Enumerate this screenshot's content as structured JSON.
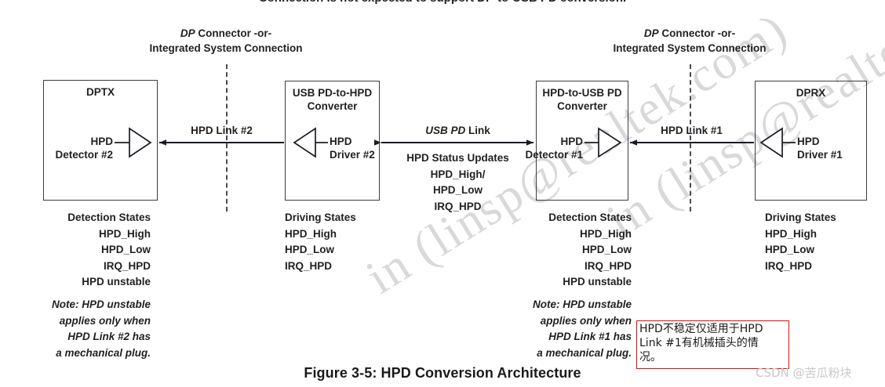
{
  "figure": {
    "caption": "Figure 3-5: HPD Conversion Architecture",
    "clipped_top_text": "Connection is not expected to support DP-to-USB PD conversion."
  },
  "connectors": [
    {
      "line1_em": "DP",
      "line1_rest": " Connector -or-",
      "line2": "Integrated System Connection"
    },
    {
      "line1_em": "DP",
      "line1_rest": " Connector -or-",
      "line2": "Integrated System Connection"
    }
  ],
  "blocks": [
    {
      "id": "dptx",
      "title": "DPTX",
      "port_line1": "HPD",
      "port_line2": "Detector #2"
    },
    {
      "id": "usbpd-to-hpd-converter",
      "title_line1": "USB PD-to-HPD",
      "title_line2": "Converter",
      "port_line1": "HPD",
      "port_line2": "Driver #2"
    },
    {
      "id": "hpd-to-usbpd-converter",
      "title_line1": "HPD-to-USB PD",
      "title_line2": "Converter",
      "port_line1": "HPD",
      "port_line2": "Detector #1"
    },
    {
      "id": "dprx",
      "title": "DPRX",
      "port_line1": "HPD",
      "port_line2": "Driver #1"
    }
  ],
  "links": {
    "hpd_link_2": "HPD Link #2",
    "hpd_link_1": "HPD Link #1",
    "usb_pd_em": "USB PD",
    "usb_pd_rest": " Link"
  },
  "usb_pd_status": {
    "line1": "HPD Status Updates",
    "line2": "HPD_High/",
    "line3": "HPD_Low",
    "line4": "IRQ_HPD"
  },
  "state_lists": [
    {
      "id": "dptx-detection-states",
      "header": "Detection States",
      "items": [
        "HPD_High",
        "HPD_Low",
        "IRQ_HPD",
        "HPD unstable"
      ],
      "note": [
        "Note: HPD unstable",
        "applies only when",
        "HPD Link #2 has",
        "a mechanical plug."
      ]
    },
    {
      "id": "converter2-driving-states",
      "header": "Driving States",
      "items": [
        "HPD_High",
        "HPD_Low",
        "IRQ_HPD"
      ],
      "note": []
    },
    {
      "id": "converter1-detection-states",
      "header": "Detection States",
      "items": [
        "HPD_High",
        "HPD_Low",
        "IRQ_HPD",
        "HPD unstable"
      ],
      "note": [
        "Note: HPD unstable",
        "applies only when",
        "HPD Link #1 has",
        "a mechanical plug."
      ]
    },
    {
      "id": "dprx-driving-states",
      "header": "Driving States",
      "items": [
        "HPD_High",
        "HPD_Low",
        "IRQ_HPD"
      ],
      "note": []
    }
  ],
  "annotation": {
    "line1": "HPD不稳定仅适用于HPD",
    "line2": "Link #1有机械插头的情",
    "line3": "况。",
    "border_color": "#ff0000"
  },
  "watermarks": {
    "diagonal": "in (linsp@realtek.com)",
    "csdn": "CSDN @苦瓜粉块"
  },
  "colors": {
    "stroke": "#3c3c46",
    "text": "#231f20",
    "watermark": "#d9d9d9",
    "annotation_red": "#ff0000"
  }
}
